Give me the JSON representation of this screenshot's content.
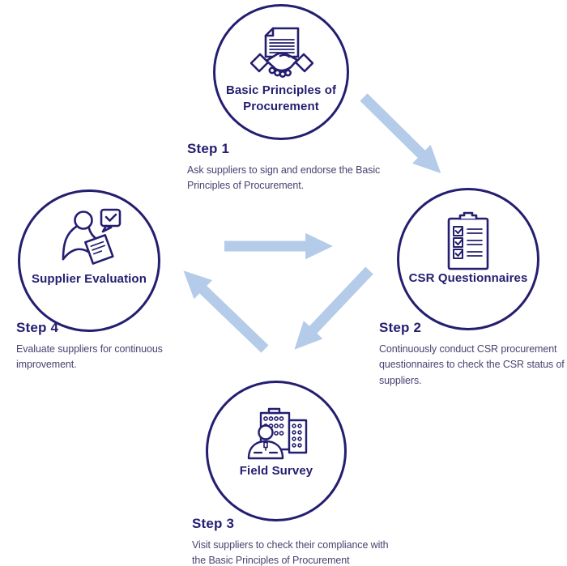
{
  "diagram": {
    "type": "cycle-process",
    "colors": {
      "navy": "#241e70",
      "body_text": "#474470",
      "arrow_blue": "#b4cbe9",
      "background": "#ffffff"
    },
    "nodes": [
      {
        "id": "basic-principles",
        "label": "Basic Principles of Procurement",
        "icon": "document-handshake-icon",
        "position": "top"
      },
      {
        "id": "csr-questionnaires",
        "label": "CSR Questionnaires",
        "icon": "clipboard-checklist-icon",
        "position": "right"
      },
      {
        "id": "field-survey",
        "label": "Field Survey",
        "icon": "person-buildings-icon",
        "position": "bottom"
      },
      {
        "id": "supplier-evaluation",
        "label": "Supplier Evaluation",
        "icon": "person-reading-icon",
        "position": "left"
      }
    ],
    "steps": [
      {
        "label": "Step 1",
        "description": "Ask suppliers to sign and endorse the Basic Principles of Procurement."
      },
      {
        "label": "Step 2",
        "description": "Continuously conduct CSR procurement questionnaires to check the CSR status of suppliers."
      },
      {
        "label": "Step 3",
        "description": "Visit suppliers to check their compliance with the Basic Principles of Procurement"
      },
      {
        "label": "Step 4",
        "description": "Evaluate suppliers for continuous improvement."
      }
    ],
    "arrows": [
      {
        "position": "top-right",
        "direction": "down-right"
      },
      {
        "position": "center",
        "direction": "right"
      },
      {
        "position": "center-right",
        "direction": "down-left"
      },
      {
        "position": "center-left",
        "direction": "up-left"
      }
    ]
  }
}
